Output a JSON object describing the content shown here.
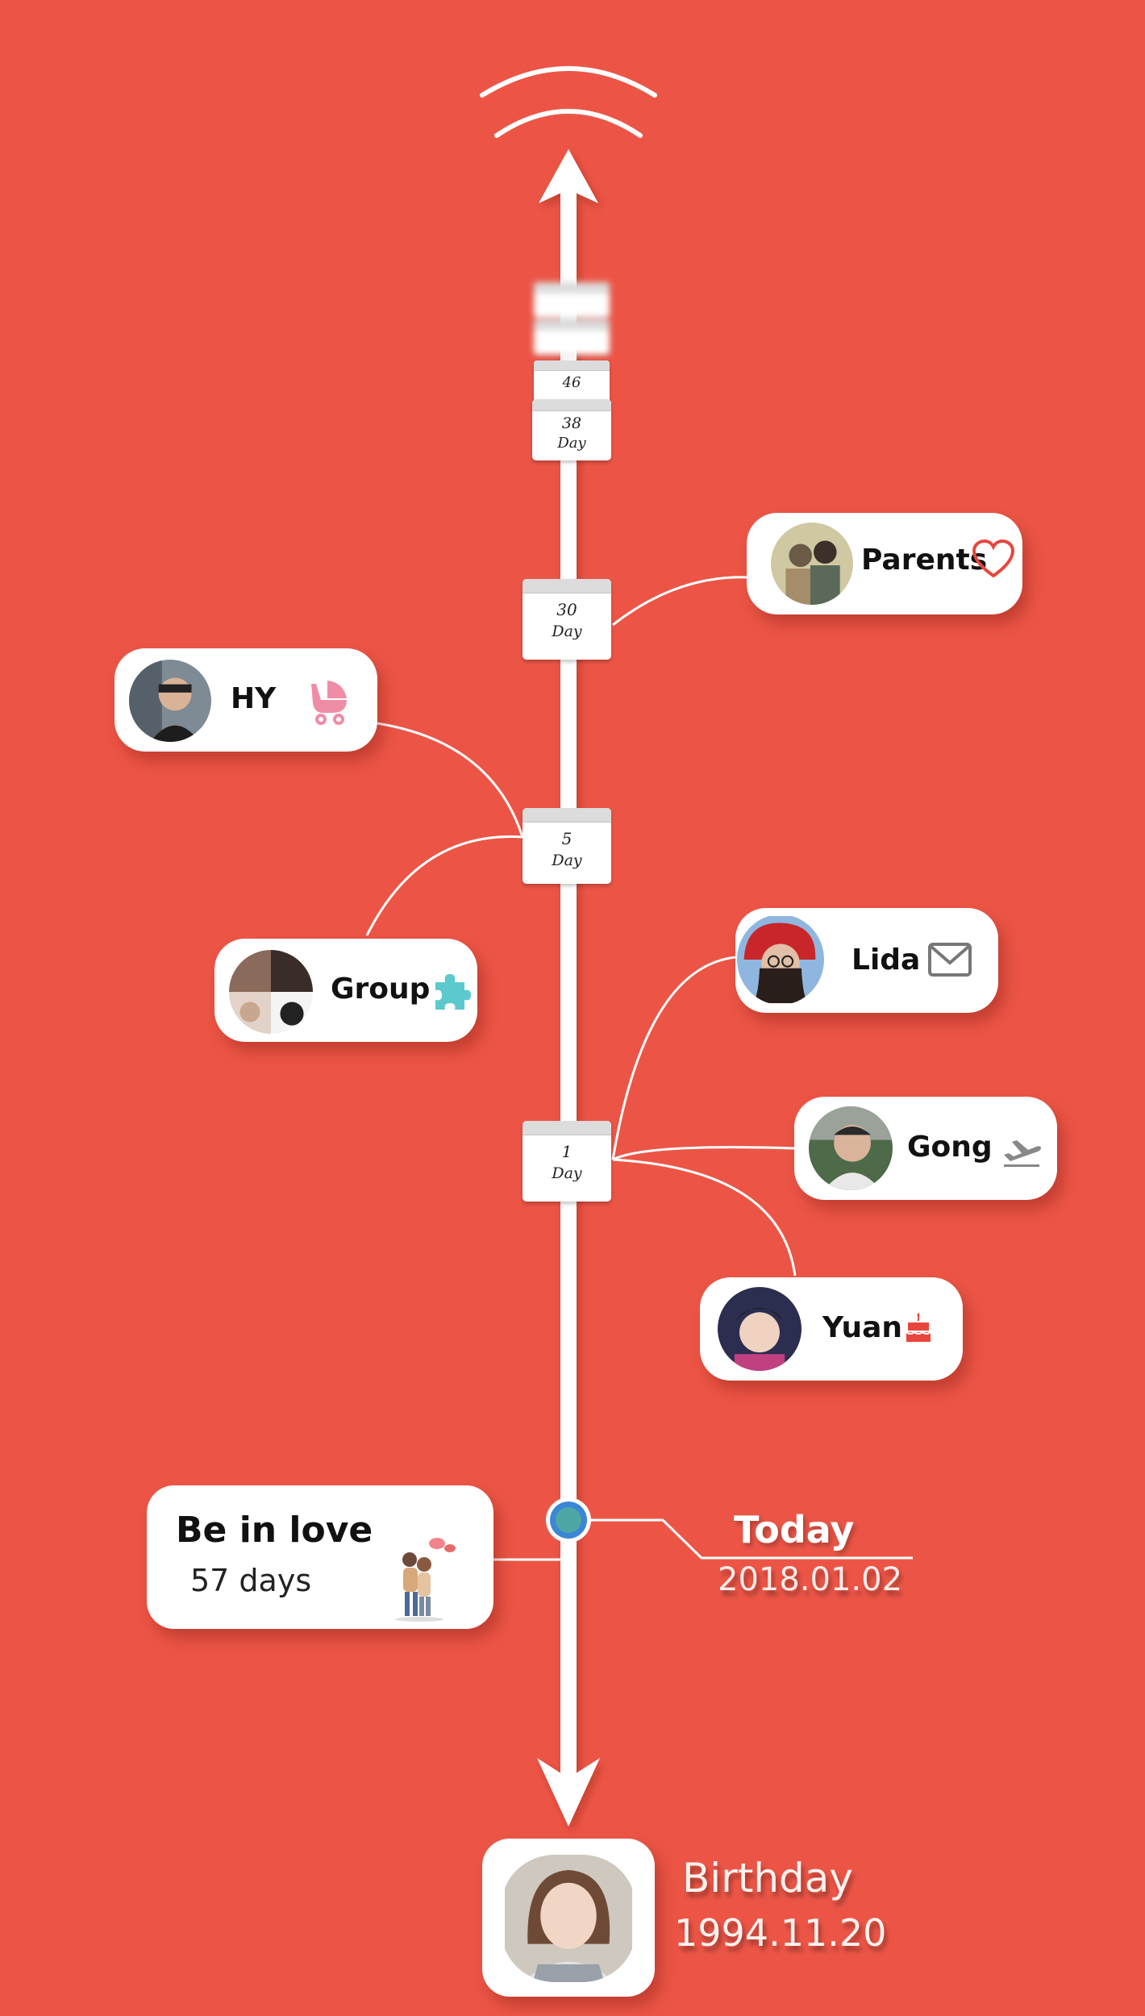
{
  "colors": {
    "background": "#ec5546",
    "accent_dot": "#4ea6a4",
    "dot_ring": "#3b86d6",
    "icon_pink": "#f08da6",
    "icon_red": "#e8463c",
    "icon_teal": "#5cc9cf",
    "icon_gray": "#777777"
  },
  "timeline": {
    "markers": [
      {
        "number": "46",
        "unit": ""
      },
      {
        "number": "38",
        "unit": "Day"
      },
      {
        "number": "30",
        "unit": "Day"
      },
      {
        "number": "5",
        "unit": "Day"
      },
      {
        "number": "1",
        "unit": "Day"
      }
    ],
    "top_icon": "signal-waves-icon",
    "arrows": [
      "arrow-up-icon",
      "arrow-down-icon"
    ]
  },
  "contacts": [
    {
      "name": "Parents",
      "icon": "heart-outline-icon",
      "marker": "30 Day"
    },
    {
      "name": "HY",
      "icon": "baby-stroller-icon",
      "marker": "5 Day"
    },
    {
      "name": "Group",
      "icon": "puzzle-piece-icon",
      "marker": "5 Day"
    },
    {
      "name": "Lida",
      "icon": "envelope-icon",
      "marker": "1 Day"
    },
    {
      "name": "Gong",
      "icon": "airplane-takeoff-icon",
      "marker": "1 Day"
    },
    {
      "name": "Yuan",
      "icon": "birthday-cake-icon",
      "marker": "1 Day"
    }
  ],
  "love": {
    "title": "Be in love",
    "days": "57 days",
    "icon": "couple-illustration-icon"
  },
  "today": {
    "label": "Today",
    "date": "2018.01.02"
  },
  "birthday": {
    "label": "Birthday",
    "date": "1994.11.20"
  }
}
